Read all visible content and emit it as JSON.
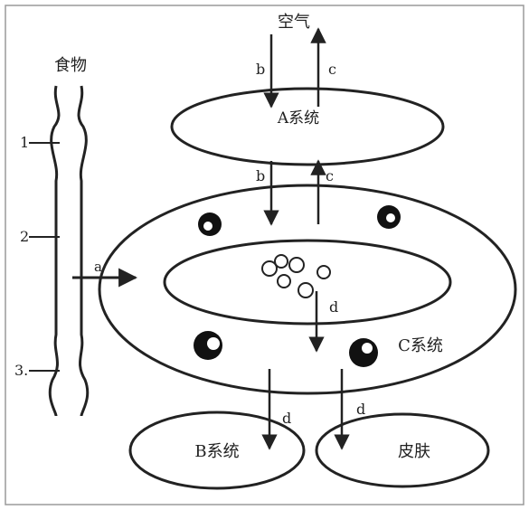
{
  "diagram": {
    "labels": {
      "air": "空气",
      "food": "食物",
      "system_a": "A系统",
      "system_b": "B系统",
      "system_c": "C系统",
      "skin": "皮肤",
      "b_top": "b",
      "c_top": "c",
      "b_mid": "b",
      "c_mid": "c",
      "a_arrow": "a",
      "d_center": "d",
      "d_left": "d",
      "d_right": "d",
      "mark_1": "1",
      "mark_2": "2",
      "mark_3": "3."
    },
    "colors": {
      "ink": "#222222",
      "frame": "#9a9a9a"
    }
  }
}
